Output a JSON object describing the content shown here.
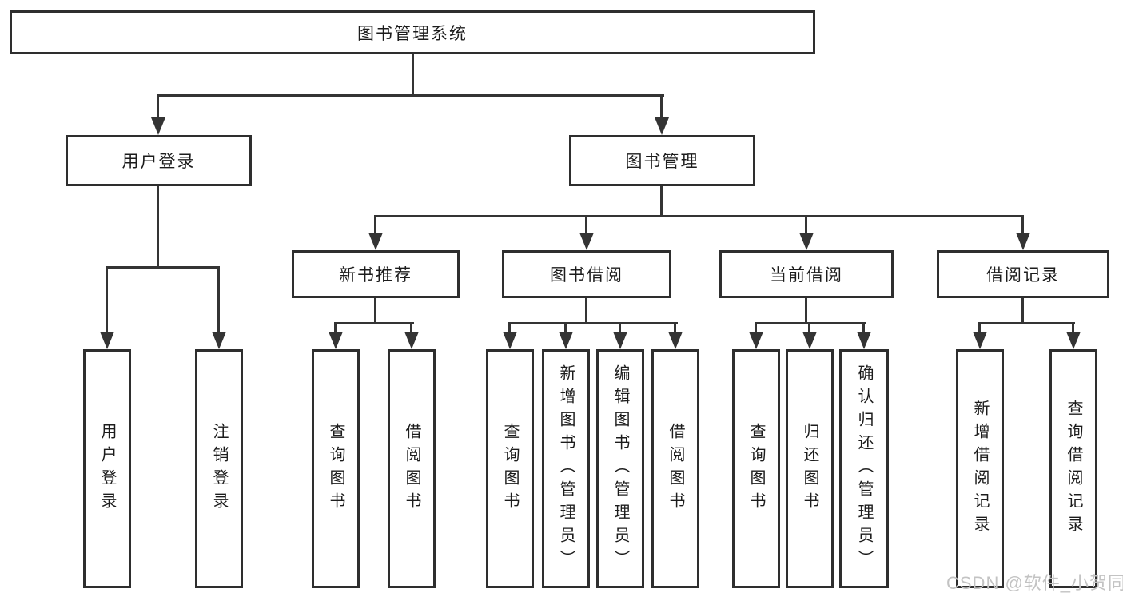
{
  "diagram": {
    "title": "图书管理系统",
    "watermark": "CSDN @软件_小贺同学",
    "colors": {
      "background": "#ffffff",
      "box_border": "#2e2e2e",
      "connector_line": "#343434",
      "text": "#1c1c1c",
      "watermark_text": "#c3c3c3"
    },
    "nodes": {
      "root": {
        "label": "图书管理系统"
      },
      "user_login": {
        "label": "用户登录"
      },
      "book_mgmt": {
        "label": "图书管理"
      },
      "new_book_rec": {
        "label": "新书推荐"
      },
      "book_borrow": {
        "label": "图书借阅"
      },
      "current_borrow": {
        "label": "当前借阅"
      },
      "borrow_records": {
        "label": "借阅记录"
      },
      "leaf_user_login": {
        "label": "用户登录"
      },
      "leaf_logout": {
        "label": "注销登录"
      },
      "leaf_rec_query": {
        "label": "查询图书"
      },
      "leaf_rec_borrow": {
        "label": "借阅图书"
      },
      "leaf_bb_query": {
        "label": "查询图书"
      },
      "leaf_bb_add": {
        "label": "新增图书（管理员）"
      },
      "leaf_bb_edit": {
        "label": "编辑图书（管理员）"
      },
      "leaf_bb_borrow": {
        "label": "借阅图书"
      },
      "leaf_cb_query": {
        "label": "查询图书"
      },
      "leaf_cb_return": {
        "label": "归还图书"
      },
      "leaf_cb_confirm": {
        "label": "确认归还（管理员）"
      },
      "leaf_br_add": {
        "label": "新增借阅记录"
      },
      "leaf_br_query": {
        "label": "查询借阅记录"
      }
    },
    "hierarchy": {
      "root": [
        "user_login",
        "book_mgmt"
      ],
      "user_login": [
        "leaf_user_login",
        "leaf_logout"
      ],
      "book_mgmt": [
        "new_book_rec",
        "book_borrow",
        "current_borrow",
        "borrow_records"
      ],
      "new_book_rec": [
        "leaf_rec_query",
        "leaf_rec_borrow"
      ],
      "book_borrow": [
        "leaf_bb_query",
        "leaf_bb_add",
        "leaf_bb_edit",
        "leaf_bb_borrow"
      ],
      "current_borrow": [
        "leaf_cb_query",
        "leaf_cb_return",
        "leaf_cb_confirm"
      ],
      "borrow_records": [
        "leaf_br_add",
        "leaf_br_query"
      ]
    }
  }
}
